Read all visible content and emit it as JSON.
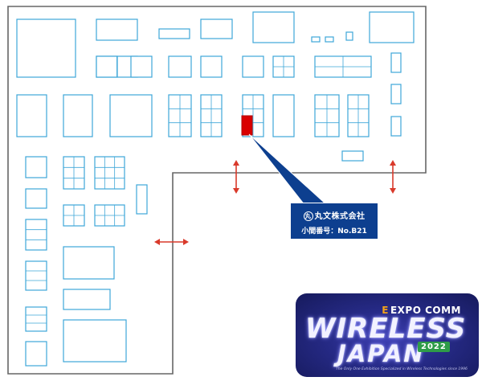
{
  "map": {
    "highlight_color": "#d90000",
    "booth_stroke_color": "#3ea6d8",
    "arrow_color": "#d93a2b"
  },
  "callout": {
    "company": "丸文株式会社",
    "company_mark": "丸",
    "booth_label": "小間番号：No.B21",
    "background_color": "#0d3f8f"
  },
  "logo": {
    "expo_mark": "E",
    "expo_text": "EXPO COMM",
    "word1": "WIRELESS",
    "word2": "JAPAN",
    "year": "2022",
    "tagline": "The Only One Exhibition Specialized in Wireless Technologies since 1996"
  }
}
